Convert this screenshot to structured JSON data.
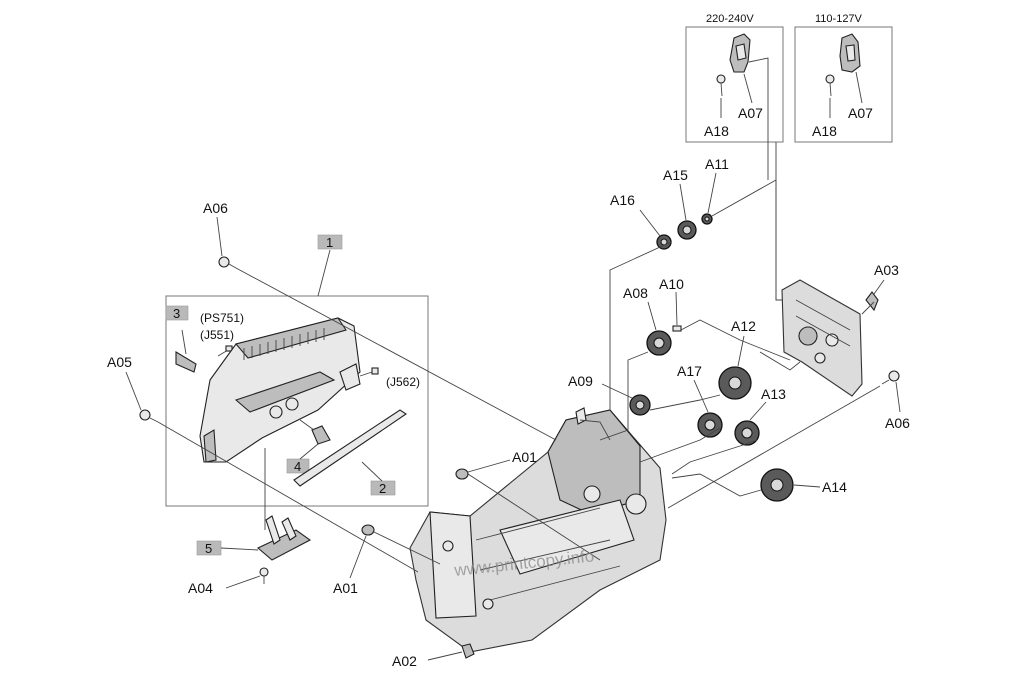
{
  "callouts": {
    "A01a": "A01",
    "A01b": "A01",
    "A02": "A02",
    "A03": "A03",
    "A04": "A04",
    "A05": "A05",
    "A06a": "A06",
    "A06b": "A06",
    "A07a": "A07",
    "A07b": "A07",
    "A08": "A08",
    "A09": "A09",
    "A10": "A10",
    "A11": "A11",
    "A12": "A12",
    "A13": "A13",
    "A14": "A14",
    "A15": "A15",
    "A16": "A16",
    "A17": "A17",
    "A18a": "A18",
    "A18b": "A18"
  },
  "tags": {
    "t1": "1",
    "t2": "2",
    "t3": "3",
    "t4": "4",
    "t5": "5"
  },
  "connectors": {
    "ps751": "(PS751)",
    "j551": "(J551)",
    "j562": "(J562)"
  },
  "voltage": {
    "left": "220-240V",
    "right": "110-127V"
  },
  "watermark": "www.printcopy.info"
}
